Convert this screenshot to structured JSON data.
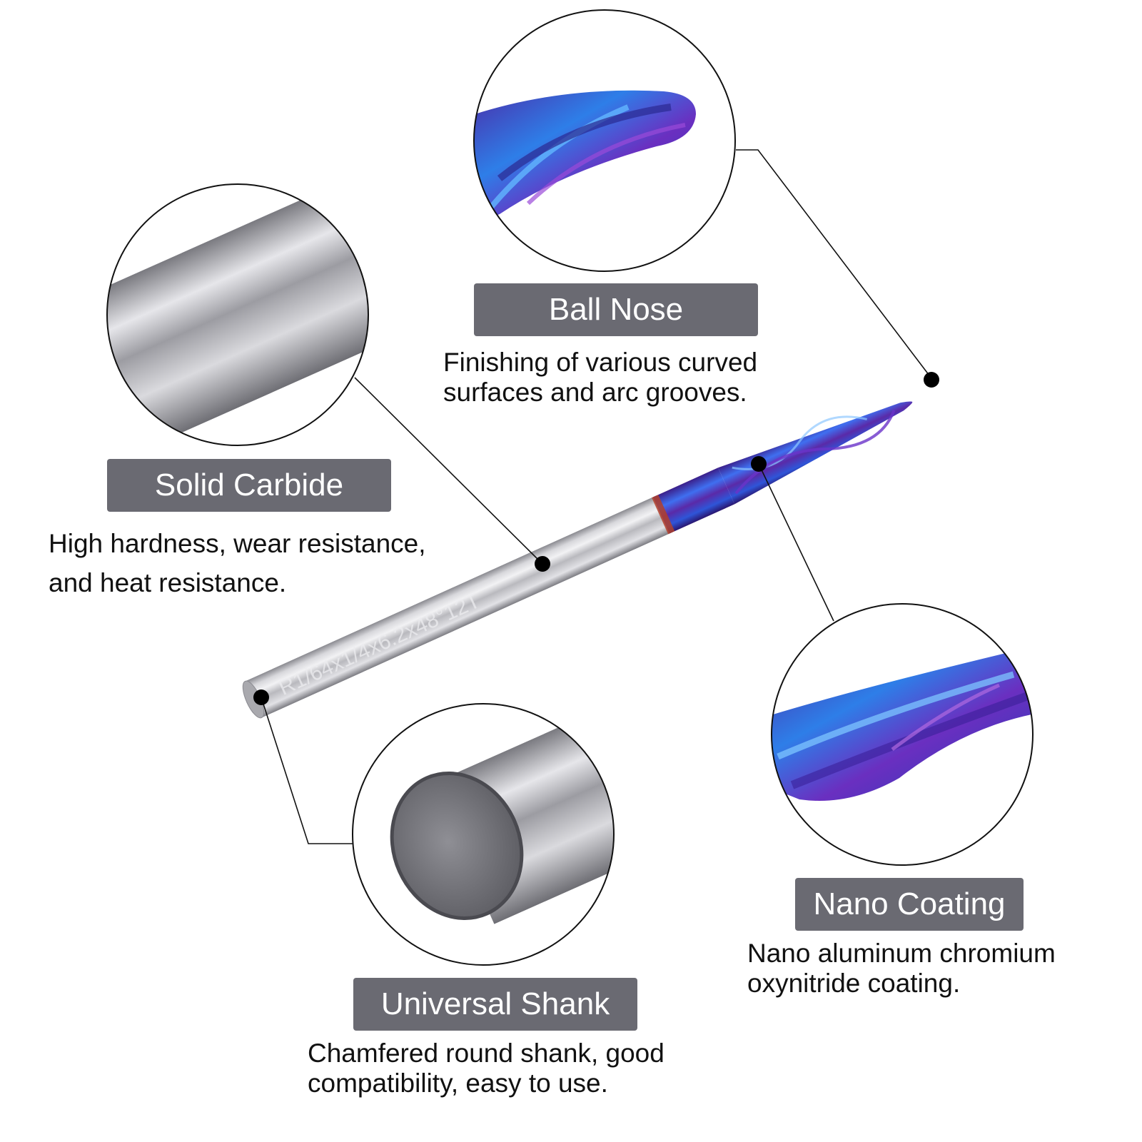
{
  "features": [
    {
      "id": "ball-nose",
      "title": "Ball Nose",
      "description_lines": [
        "Finishing of various curved",
        "surfaces and arc grooves."
      ]
    },
    {
      "id": "solid-carbide",
      "title": "Solid Carbide",
      "description_lines": [
        "High hardness, wear resistance,",
        "and heat resistance."
      ]
    },
    {
      "id": "nano-coating",
      "title": "Nano Coating",
      "description_lines": [
        "Nano aluminum chromium",
        "oxynitride coating."
      ]
    },
    {
      "id": "universal-shank",
      "title": "Universal Shank",
      "description_lines": [
        "Chamfered round shank, good",
        "compatibility, easy to use."
      ]
    }
  ],
  "shank_engraving": "R1/64x1/4x6.2x48°12T",
  "colors": {
    "label_background": "#6a6a72",
    "label_text": "#ffffff",
    "coating_blue": "#2a4fd6",
    "coating_purple": "#5a2aa8",
    "steel": "#c9c9cf"
  }
}
